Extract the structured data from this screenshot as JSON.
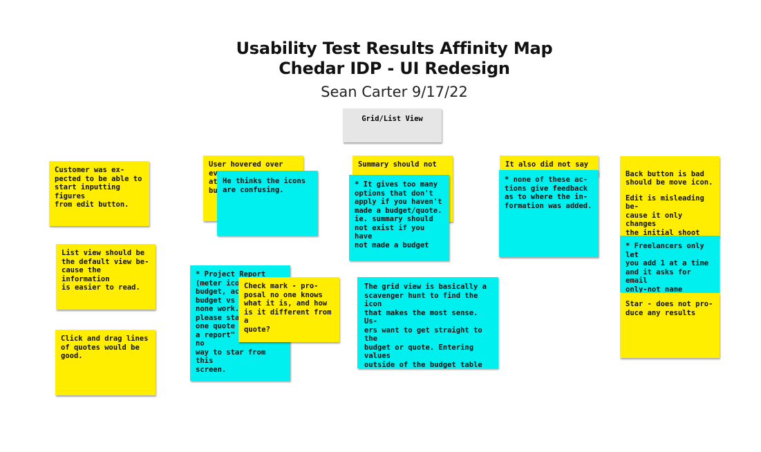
{
  "title": {
    "line1": "Usability Test Results Affinity Map",
    "line2": "Chedar IDP - UI Redesign",
    "subtitle": "Sean Carter 9/17/22"
  },
  "category_header": "Grid/List View",
  "notes": {
    "n1": "Customer was ex-\npected to be able to\nstart inputting figures\nfrom edit button.",
    "n2": "List view should be\nthe default view be-\ncause the information\nis easier to read.",
    "n3": "Click and drag lines\nof quotes would be\ngood.",
    "n4": "User hovered over\nev\nat\nbu",
    "n5": "He thinks the icons\nare confusing.",
    "n6": "* Project Report\n(meter icon\nbudget, act\nbudget vs a\nnone work.\nplease star\none quote t\na report\" There is no\nway to star from this\nscreen.",
    "n7": "Check mark - pro-\nposal no one knows\nwhat it is, and how\nis it different from a\nquote?",
    "n8": "Summary should not",
    "n9": "* It gives too many\noptions that don't\napply if you haven't\nmade a budget/quote.\nie. summary should\nnot exist if you have\nnot made a budget",
    "n10": "The grid view is basically a\nscavenger hunt to find the icon\nthat makes the most sense. Us-\ners want to get straight to the\nbudget or quote. Entering values\noutside of the budget table is a\nwaste of time without the other\nvalues of your budget.",
    "n11": "It also did not say",
    "n12": "* none of these ac-\ntions give feedback\nas to where the in-\nformation was added.",
    "n13a": "Back button is bad\nshould be move icon.",
    "n13b": "Edit is misleading be-\ncause it only changes\nthe initial shoot info\nand the MG + OH.",
    "n14": "* Freelancers only let\nyou add 1 at a time\nand it asks for email\nonly-not name",
    "n15": "Star - does not pro-\nduce any results"
  },
  "colors": {
    "yellow": "#ffee00",
    "cyan": "#00f0f0",
    "header_gray": "#e6e6e6"
  }
}
